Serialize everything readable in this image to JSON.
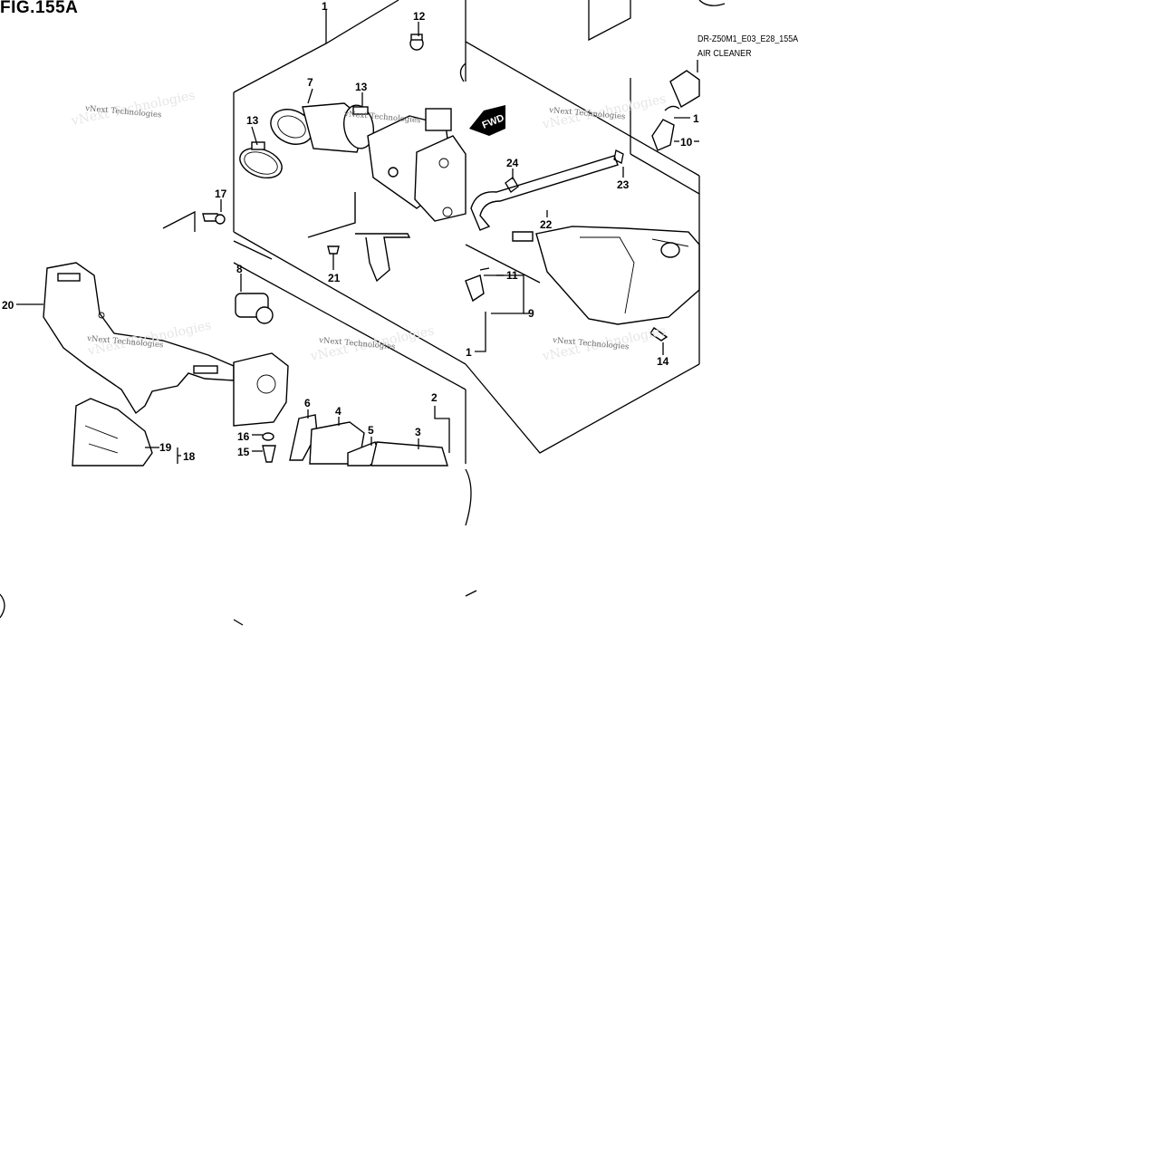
{
  "figure": {
    "title": "FIG.155A",
    "code": "DR-Z50M1_E03_E28_155A",
    "subtitle": "AIR CLEANER",
    "fwd_label": "FWD"
  },
  "watermark": "vNext Technologies",
  "callouts": [
    "1",
    "2",
    "3",
    "4",
    "5",
    "6",
    "7",
    "8",
    "9",
    "10",
    "11",
    "12",
    "13",
    "14",
    "15",
    "16",
    "17",
    "18",
    "19",
    "20",
    "21",
    "22",
    "23",
    "24"
  ],
  "clipped_callouts": [
    "1",
    "1"
  ]
}
